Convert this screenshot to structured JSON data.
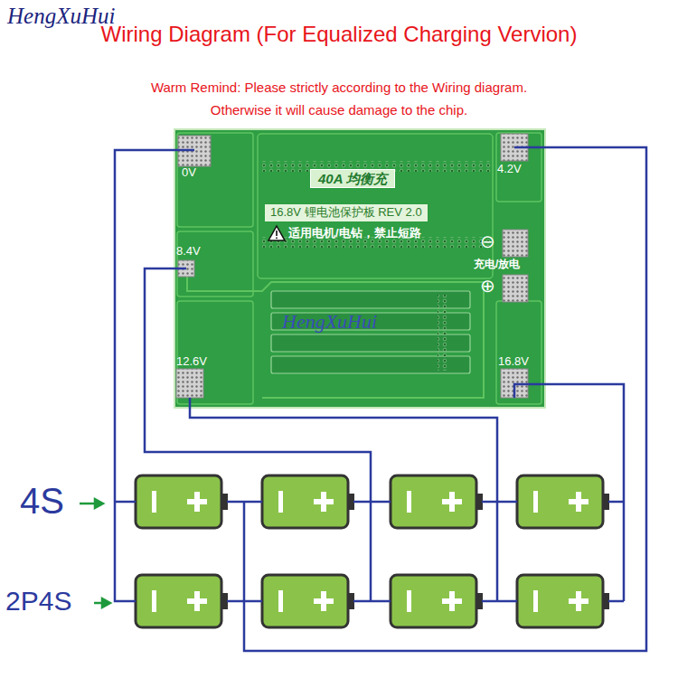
{
  "diagram": {
    "title": "Wiring Diagram (For Equalized Charging Vervion)",
    "nodes": [
      {
        "text": [
          "40A 均衡充",
          "16.8V 锂电池保护板 REV 2.0",
          "适用电机/电钻，禁止短路"
        ]
      },
      {
        "text": [
          "0V"
        ],
        "in": 0
      },
      {
        "text": [
          "4.2V"
        ],
        "in": 0
      },
      {
        "text": [
          "8.4V"
        ],
        "in": 0
      },
      {
        "text": [
          "12.6V"
        ],
        "in": 0
      },
      {
        "text": [
          "16.8V"
        ],
        "in": 0
      }
    ],
    "labels": [
      "HengXuHui",
      "Warm Remind: Please strictly according to the Wiring diagram.",
      "Otherwise it will cause damage to the chip.",
      "⊖",
      "充电/放电",
      "⊕",
      "HengXuHui",
      "4S",
      "2P4S"
    ]
  }
}
